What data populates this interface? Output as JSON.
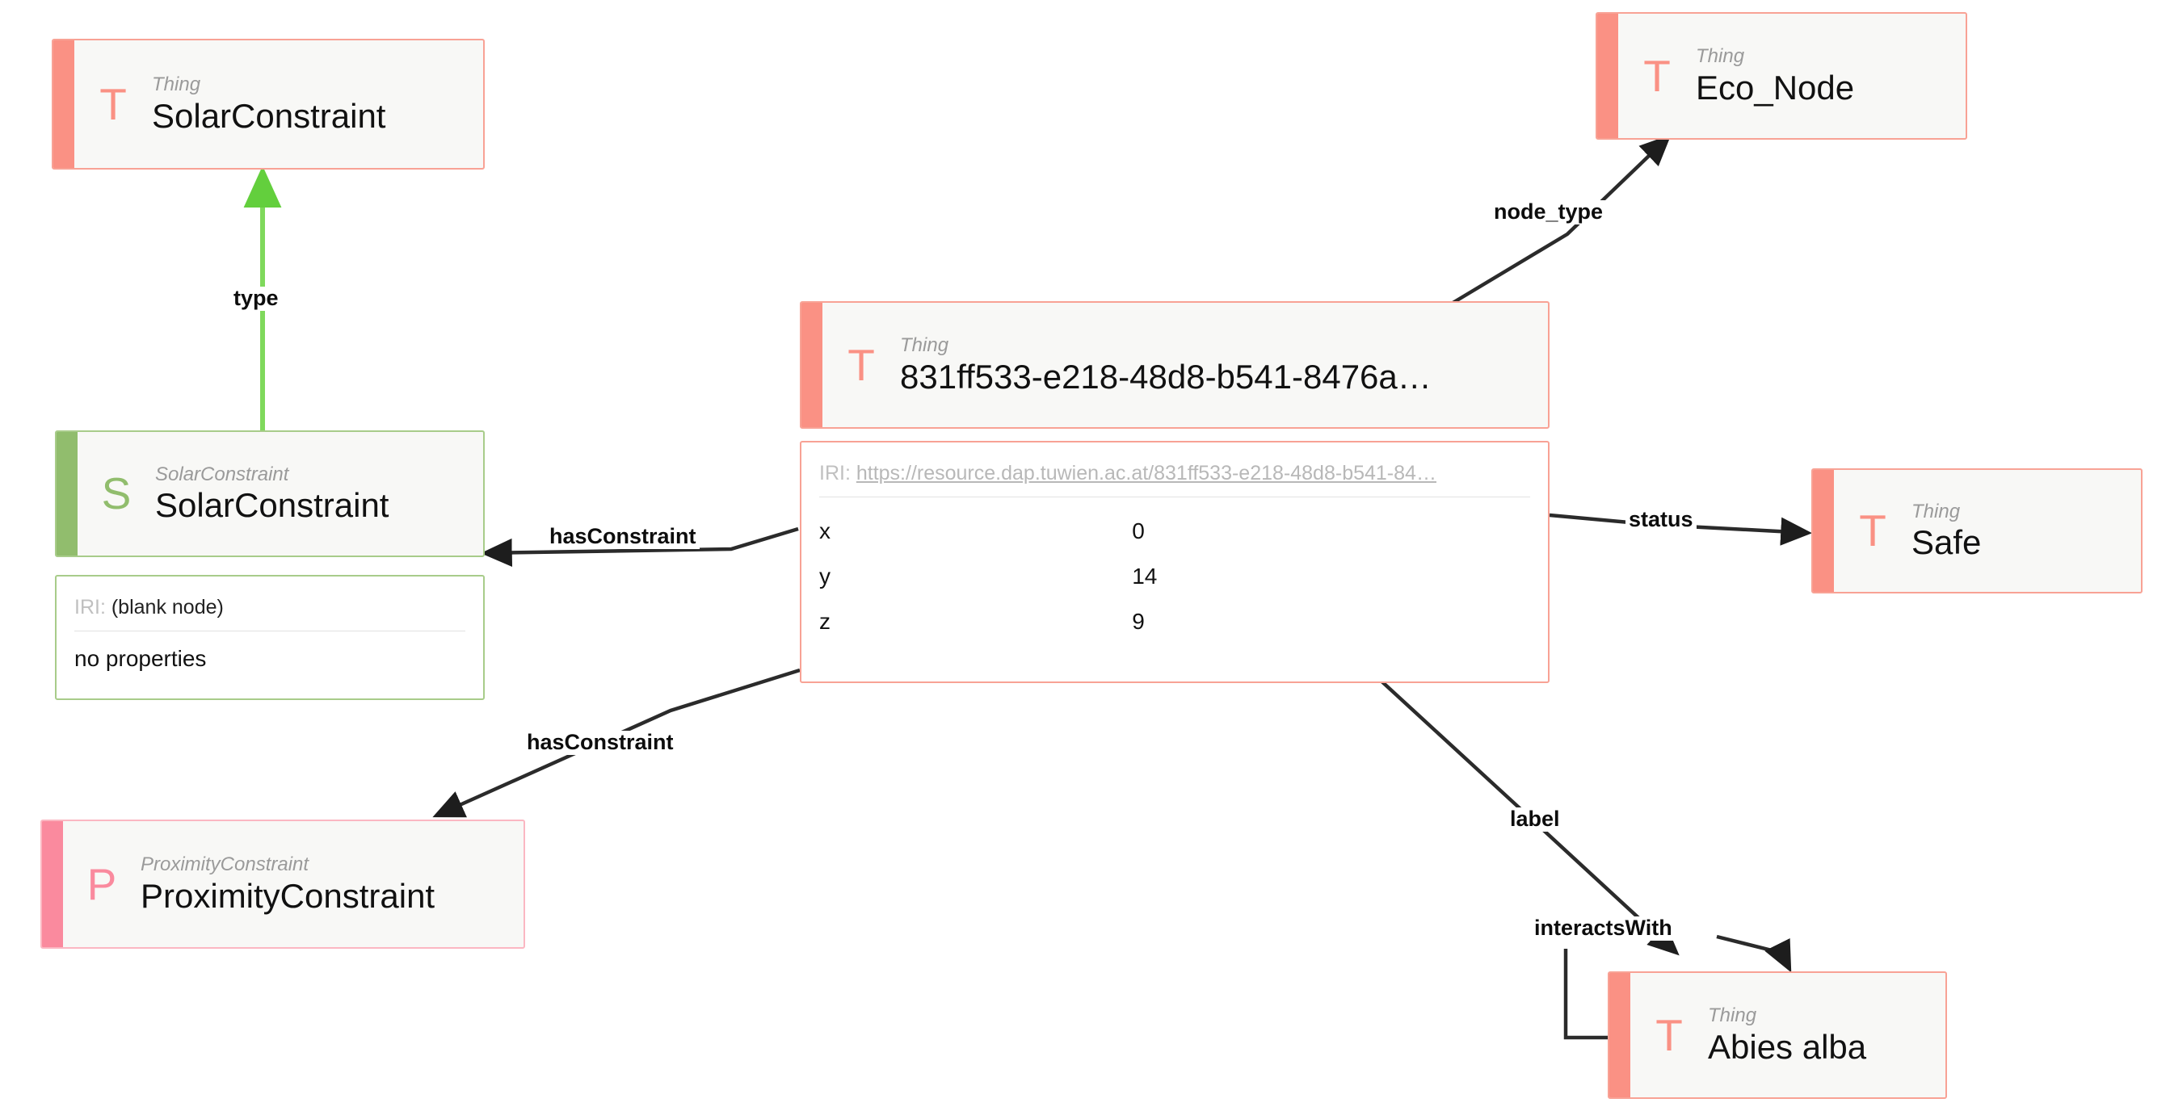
{
  "graph": {
    "type": "rdf-node-link-diagram",
    "background_color": "#ffffff",
    "palette": {
      "coral": "#fa9184",
      "coral_border": "#f8a295",
      "green": "#91bd6d",
      "green_border": "#a8cc8a",
      "pink": "#fa8a9e",
      "pink_border": "#fbb7c2",
      "edge_dark": "#333333",
      "edge_green": "#6fd44b",
      "muted_text": "#9a9a9a"
    },
    "nodes": [
      {
        "id": "solar_class",
        "initial": "T",
        "type_label": "Thing",
        "name": "SolarConstraint",
        "theme": "coral",
        "has_properties_panel": false
      },
      {
        "id": "solar_instance",
        "initial": "S",
        "type_label": "SolarConstraint",
        "name": "SolarConstraint",
        "theme": "green",
        "has_properties_panel": true,
        "iri_key": "IRI:",
        "iri_value": "(blank node)",
        "iri_is_link": false,
        "empty_note": "no properties",
        "properties": []
      },
      {
        "id": "proximity_instance",
        "initial": "P",
        "type_label": "ProximityConstraint",
        "name": "ProximityConstraint",
        "theme": "pink",
        "has_properties_panel": false
      },
      {
        "id": "eco_node",
        "initial": "T",
        "type_label": "Thing",
        "name": "Eco_Node",
        "theme": "coral",
        "has_properties_panel": false
      },
      {
        "id": "center_resource",
        "initial": "T",
        "type_label": "Thing",
        "name": "831ff533-e218-48d8-b541-8476a…",
        "theme": "coral",
        "has_properties_panel": true,
        "iri_key": "IRI:",
        "iri_value": "https://resource.dap.tuwien.ac.at/831ff533-e218-48d8-b541-84…",
        "iri_is_link": true,
        "empty_note": "",
        "properties": [
          {
            "key": "x",
            "value": "0"
          },
          {
            "key": "y",
            "value": "14"
          },
          {
            "key": "z",
            "value": "9"
          }
        ]
      },
      {
        "id": "safe",
        "initial": "T",
        "type_label": "Thing",
        "name": "Safe",
        "theme": "coral",
        "has_properties_panel": false
      },
      {
        "id": "abies_alba",
        "initial": "T",
        "type_label": "Thing",
        "name": "Abies alba",
        "theme": "coral",
        "has_properties_panel": false
      }
    ],
    "edges": [
      {
        "id": "e_type",
        "label": "type",
        "from": "solar_instance",
        "to": "solar_class",
        "color": "green"
      },
      {
        "id": "e_node_type",
        "label": "node_type",
        "from": "center_resource",
        "to": "eco_node",
        "color": "dark"
      },
      {
        "id": "e_hasconstraint1",
        "label": "hasConstraint",
        "from": "center_resource",
        "to": "solar_instance",
        "color": "dark"
      },
      {
        "id": "e_hasconstraint2",
        "label": "hasConstraint",
        "from": "center_resource",
        "to": "proximity_instance",
        "color": "dark"
      },
      {
        "id": "e_status",
        "label": "status",
        "from": "center_resource",
        "to": "safe",
        "color": "dark"
      },
      {
        "id": "e_label",
        "label": "label",
        "from": "center_resource",
        "to": "abies_alba",
        "color": "dark"
      },
      {
        "id": "e_interactswith",
        "label": "interactsWith",
        "from": "abies_alba",
        "to": "abies_alba",
        "color": "dark"
      }
    ]
  }
}
